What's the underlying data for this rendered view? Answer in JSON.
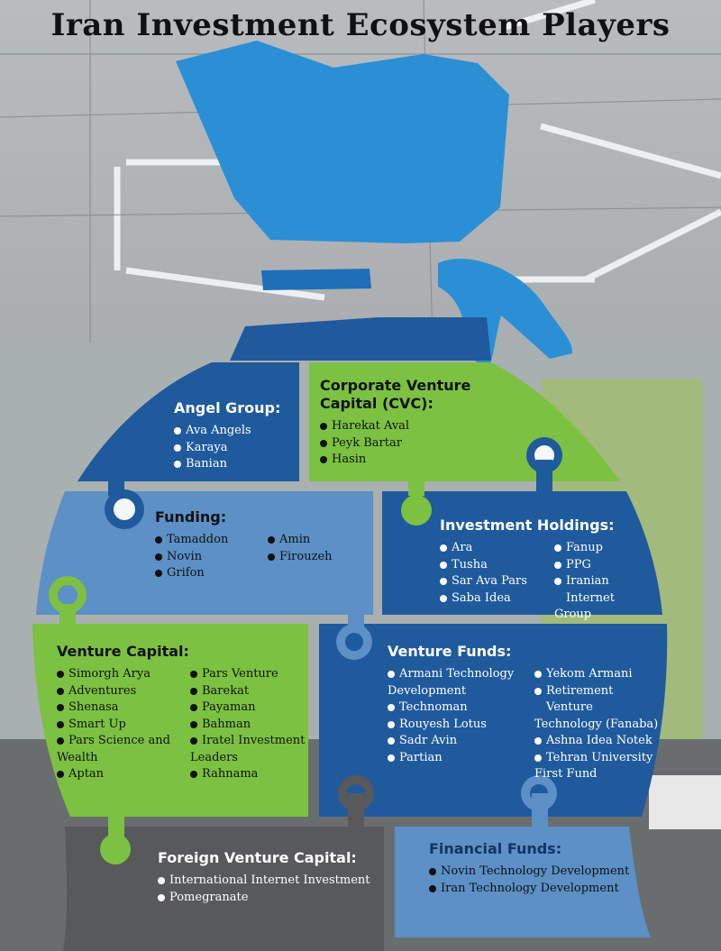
{
  "title": "Iran Investment Ecosystem Players",
  "colors": {
    "dark_blue": "#1f5a9c",
    "light_blue": "#5c90c6",
    "green": "#7cc142",
    "gray": "#58595b",
    "bag_blue": "#2b8fd6"
  },
  "angel_group": {
    "title": "Angel Group:",
    "items": [
      "Ava Angels",
      "Karaya",
      "Banian"
    ]
  },
  "cvc": {
    "title": "Corporate Venture\nCapital (CVC):",
    "items": [
      "Harekat Aval",
      "Peyk Bartar",
      "Hasin"
    ]
  },
  "funding": {
    "title": "Funding:",
    "col1": [
      "Tamaddon",
      "Novin",
      "Grifon"
    ],
    "col2": [
      "Amin",
      "Firouzeh"
    ]
  },
  "investment_holdings": {
    "title": "Investment Holdings:",
    "col1": [
      "Ara",
      "Tusha",
      "Sar Ava Pars",
      "Saba Idea"
    ],
    "col2": [
      "Fanup",
      "PPG",
      "Iranian Internet"
    ],
    "col2_cont": "Group"
  },
  "venture_capital": {
    "title": "Venture Capital:",
    "col1": [
      "Simorgh Arya",
      "Adventures",
      "Shenasa",
      "Smart Up",
      "Pars Science and"
    ],
    "col1_cont": "Wealth",
    "col1_last": "Aptan",
    "col2": [
      "Pars Venture",
      "Barekat",
      "Payaman",
      "Bahman",
      "Iratel Investment"
    ],
    "col2_cont": "Leaders",
    "col2_last": "Rahnama"
  },
  "venture_funds": {
    "title": "Venture Funds:",
    "col1_first": "Armani Technology",
    "col1_cont": "Development",
    "col1": [
      "Technoman",
      "Rouyesh Lotus",
      "Sadr Avin",
      "Partian"
    ],
    "col2_first": "Yekom Armani",
    "col2_second": "Retirement Venture",
    "col2_second_cont": "Technology (Fanaba)",
    "col2_third": "Ashna Idea Notek",
    "col2_fourth": "Tehran University",
    "col2_fourth_cont": "First Fund"
  },
  "foreign_vc": {
    "title": "Foreign Venture Capital:",
    "items": [
      "International Internet Investment",
      "Pomegranate"
    ]
  },
  "financial_funds": {
    "title": "Financial Funds:",
    "items": [
      "Novin Technology Development",
      "Iran Technology Development"
    ]
  }
}
